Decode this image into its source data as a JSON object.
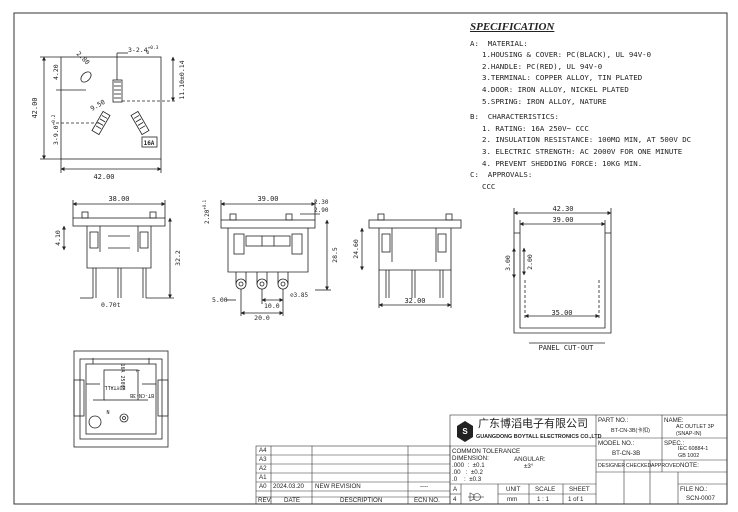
{
  "specification": {
    "title": "SPECIFICATION",
    "a_heading": "A:  MATERIAL:",
    "a_items": [
      "1.HOUSING & COVER: PC(BLACK), UL 94V-0",
      "2.HANDLE: PC(RED), UL 94V-0",
      "3.TERMINAL: COPPER ALLOY, TIN PLATED",
      "4.DOOR: IRON ALLOY, NICKEL PLATED",
      "5.SPRING: IRON ALLOY, NATURE"
    ],
    "b_heading": "B:  CHARACTERISTICS:",
    "b_items": [
      "1. RATING: 16A 250V~ CCC",
      "2. INSULATION RESISTANCE: 100MΩ MIN, AT 500V DC",
      "3. ELECTRIC STRENGTH: AC 2000V FOR ONE MINUTE",
      "4. PREVENT SHEDDING FORCE: 10KG MIN."
    ],
    "c_heading": "C:  APPROVALS:",
    "c_items": [
      "CCC"
    ]
  },
  "front_view": {
    "dims": [
      "42.00",
      "42.00",
      "11.10±0.14",
      "3-2.4±⁰·³",
      "2.80",
      "4.20",
      "3-9.0±⁰·²",
      "9.50"
    ],
    "badge": "16A"
  },
  "side_views": {
    "dims": [
      "38.00",
      "39.00",
      "2.20±⁰·¹",
      "2.30",
      "2.90",
      "4.10",
      "32.2",
      "28.5",
      "24.60",
      "0.70t",
      "5.00",
      "10.0",
      "20.0",
      "3.85",
      "32.00"
    ]
  },
  "panel_cutout": {
    "dims": [
      "42.30",
      "39.00",
      "3.00",
      "2.00",
      "35.00"
    ],
    "label": "PANEL CUT-OUT"
  },
  "bottom_view": {
    "texts": [
      "BOYTALL",
      "BT-CN-3B",
      "16A 250V~",
      "L",
      "N"
    ]
  },
  "title_block": {
    "company_cn": "广东博滔电子有限公司",
    "company_en": "GUANGDONG BOYTALL ELECTRONICS CO.,LTD",
    "tolerance_heading": "COMMON TOLERANCE",
    "dimension_label": "DIMENSION:",
    "angular_label": "ANGULAR:",
    "tol_rows": [
      ".000  :  ±0.1",
      ".00   :  ±0.2",
      ".0    :  ±0.3"
    ],
    "angular_value": "±3°",
    "part_no_label": "PART NO.:",
    "part_no": "BT-CN-3B(卡扣)",
    "name_label": "NAME:",
    "name_value": "AC OUTLET 3P\n(SNAP-IN)",
    "model_label": "MODEL NO.:",
    "model_value": "BT-CN-3B",
    "spec_label": "SPEC.:",
    "spec_value": "IEC 60884-1\nGB 1002",
    "designer": "DESIGNER",
    "checked": "CHECKED",
    "approved": "APPROVED",
    "note": "NOTE:",
    "file_label": "FILE NO.:",
    "file_no": "SCN-0007",
    "unit_label": "UNIT",
    "unit_value": "mm",
    "scale_label": "SCALE",
    "scale_value": "1 : 1",
    "sheet_label": "SHEET",
    "sheet_value": "1 of 1",
    "size_a": "A",
    "size_4": "4"
  },
  "revision": {
    "rows": [
      "A4",
      "A3",
      "A2",
      "A1"
    ],
    "a0_rev": "A0",
    "a0_date": "2024.03.20",
    "a0_desc": "NEW REVISION",
    "a0_ecn": "----",
    "headers": [
      "REV.",
      "DATE",
      "DESCRIPTION",
      "ECN NO."
    ]
  }
}
